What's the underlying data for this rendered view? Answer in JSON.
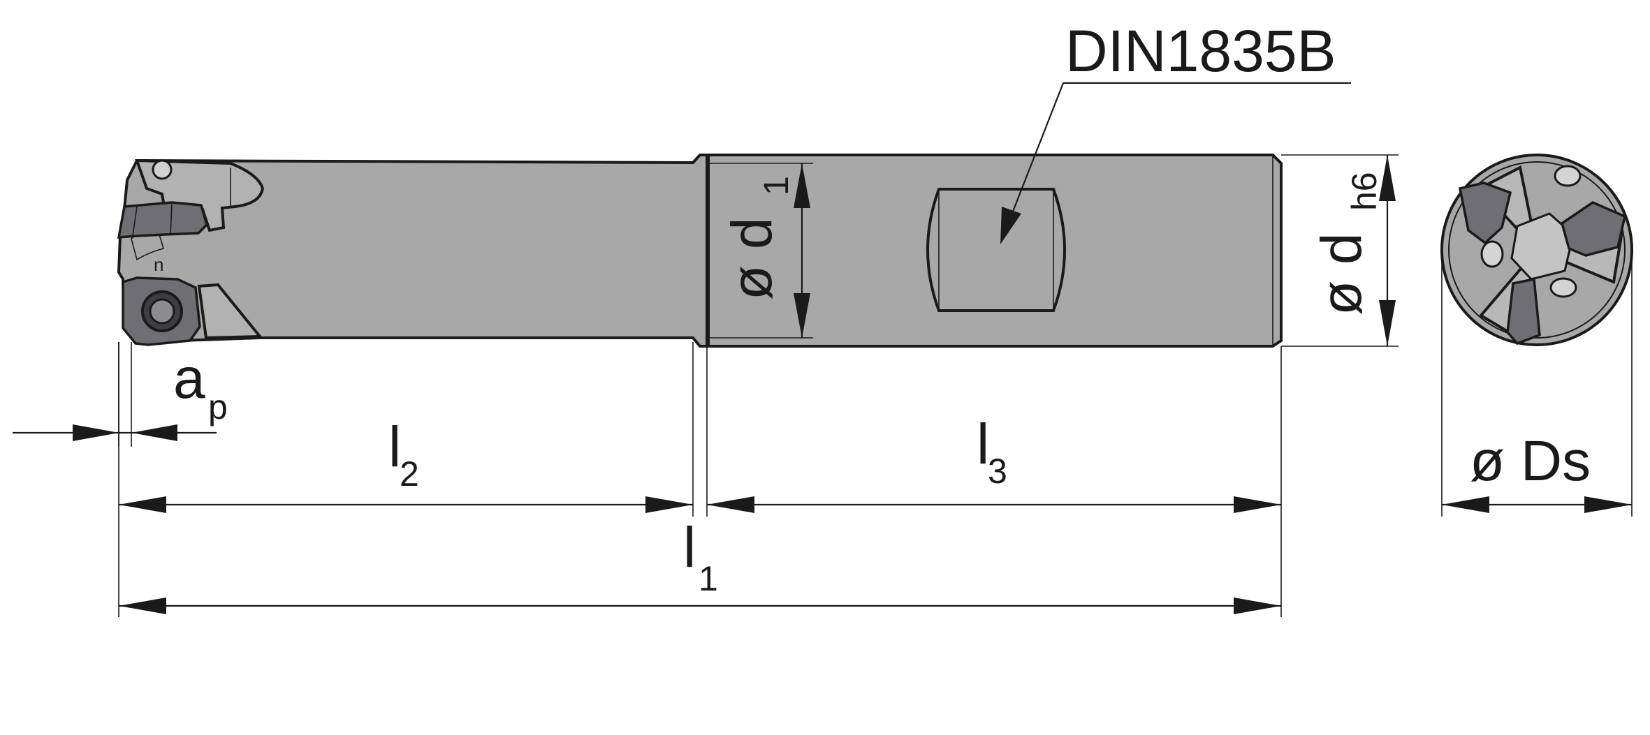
{
  "callout": {
    "standard": "DIN1835B"
  },
  "labels": {
    "ap_main": "a",
    "ap_sub": "p",
    "l2_main": "l",
    "l2_sub": "2",
    "l3_main": "l",
    "l3_sub": "3",
    "l1_main": "l",
    "l1_sub": "1",
    "d1_main": "ø d",
    "d1_sub": "1",
    "dh6_main": "ø d",
    "dh6_sub": "h6",
    "ds": "ø Ds"
  },
  "colors": {
    "body_fill": "#a8a8a8",
    "insert_fill": "#6e6e73",
    "line": "#1a1a1a",
    "background": "#ffffff"
  }
}
